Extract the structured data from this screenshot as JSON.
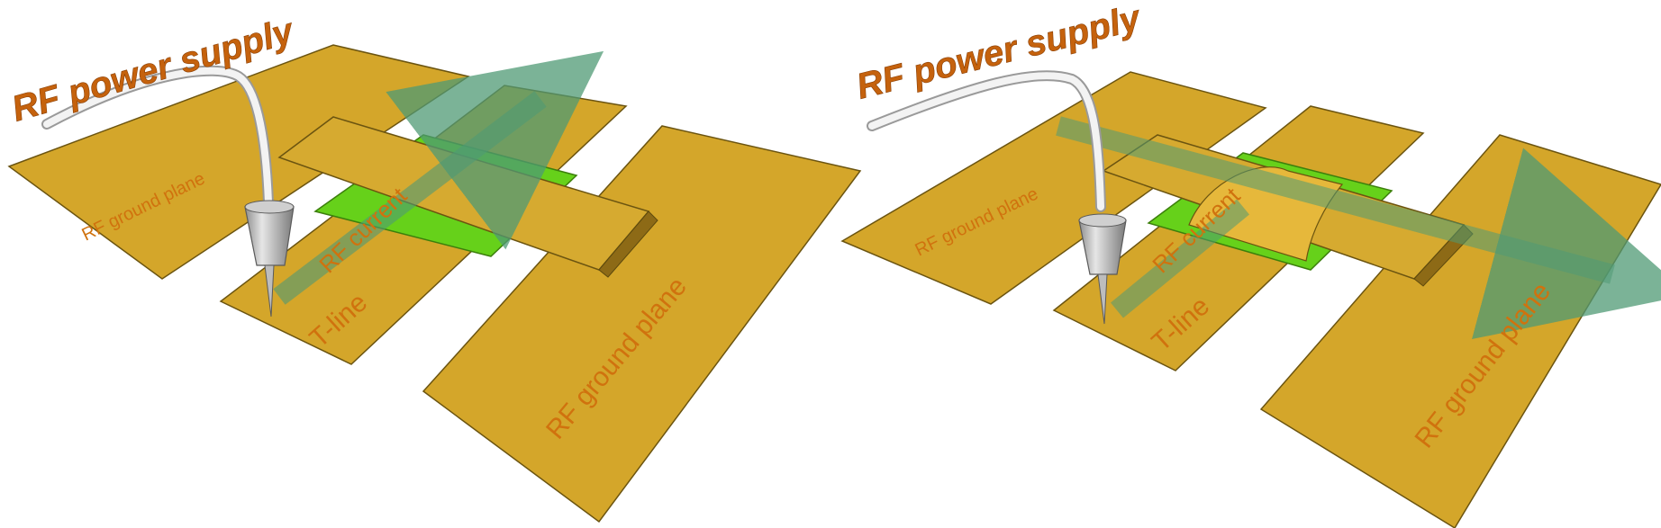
{
  "left_panel": {
    "title": "RF power supply",
    "ground_plane_small": "RF ground plane",
    "ground_plane_large": "RF ground plane",
    "tline": "T-line",
    "current": "RF current"
  },
  "right_panel": {
    "title": "RF power supply",
    "ground_plane_small": "RF ground plane",
    "ground_plane_large": "RF ground plane",
    "tline": "T-line",
    "current": "RF current"
  },
  "colors": {
    "plane": "#d4a62a",
    "plane_edge": "#6b5410",
    "green_pad": "#66d11a",
    "arrow": "#4f9a74",
    "label": "#d0720e",
    "title": "#c5620d"
  }
}
